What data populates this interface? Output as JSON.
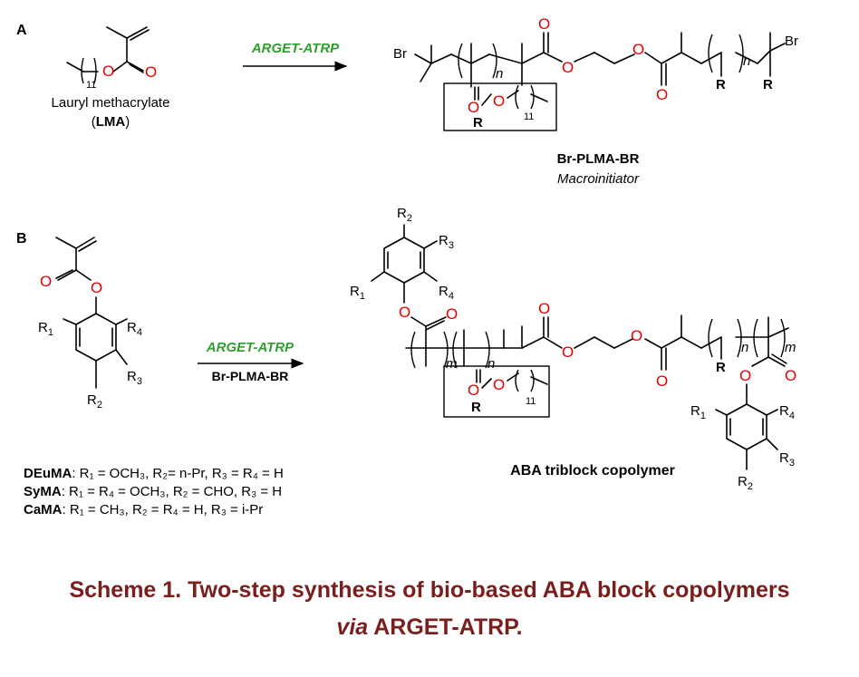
{
  "panels": {
    "a": {
      "letter": "A",
      "monomer_name": "Lauryl methacrylate",
      "monomer_abbr": "LMA",
      "monomer_sub": "11",
      "reaction_label": "ARGET-ATRP",
      "product_name": "Br-PLMA-BR",
      "product_role": "Macroinitiator",
      "atoms": {
        "br": "Br",
        "o": "O",
        "r": "R",
        "n": "n",
        "sub11": "11"
      }
    },
    "b": {
      "letter": "B",
      "reaction_label": "ARGET-ATRP",
      "reagent": "Br-PLMA-BR",
      "product_name": "ABA triblock copolymer",
      "atoms": {
        "o": "O",
        "r": "R",
        "r1": "R",
        "r2": "R",
        "r3": "R",
        "r4": "R",
        "i1": "1",
        "i2": "2",
        "i3": "3",
        "i4": "4",
        "n": "n",
        "m": "m",
        "sub11": "11"
      },
      "definitions": [
        {
          "name": "DEuMA",
          "text": ": R₁ = OCH₃, R₂= n-Pr, R₃ = R₄ = H"
        },
        {
          "name": "SyMA",
          "text": ": R₁ = R₄ = OCH₃, R₂ = CHO, R₃ = H"
        },
        {
          "name": "CaMA",
          "text": ": R₁ = CH₃, R₂ = R₄ = H, R₃ = i-Pr"
        }
      ]
    }
  },
  "caption": {
    "line1": "Scheme 1. Two-step synthesis of bio-based ABA block copolymers",
    "line2_italic": "via",
    "line2_rest": " ARGET-ATRP."
  },
  "colors": {
    "oxygen": "#e60000",
    "reaction": "#2e9e2e",
    "caption": "#7a1e1e",
    "bond": "#000000"
  }
}
